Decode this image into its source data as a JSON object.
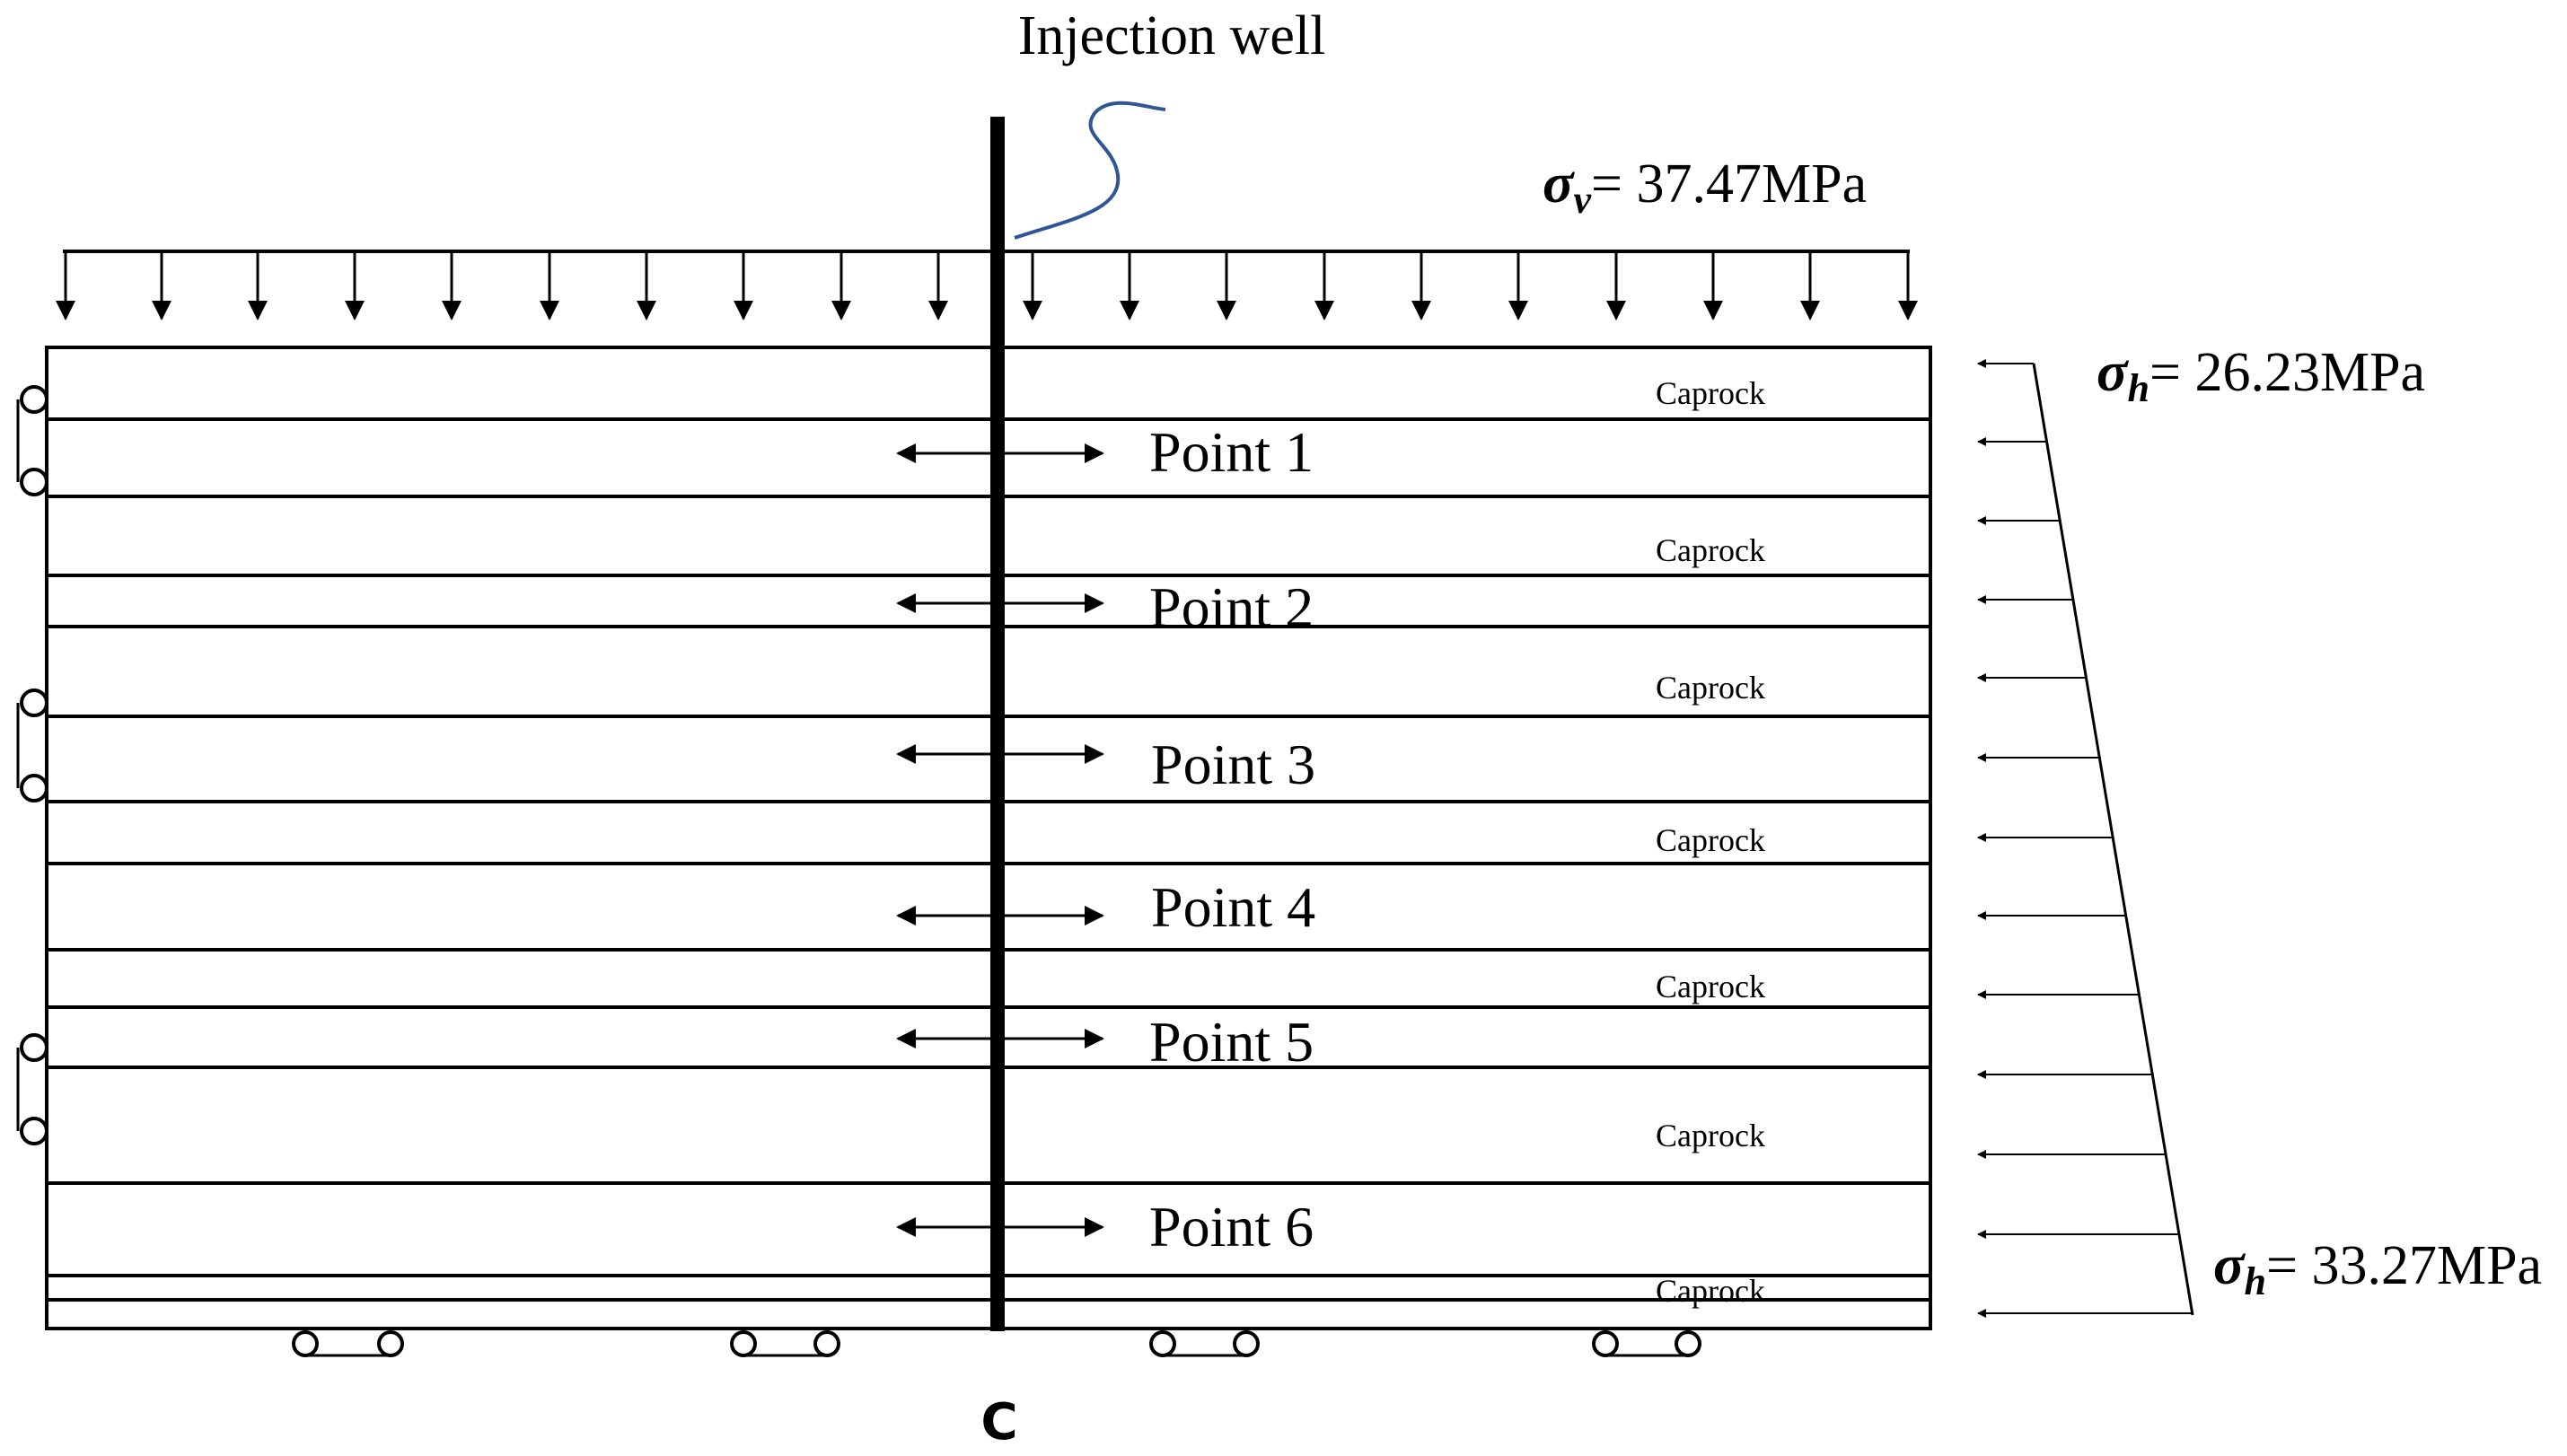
{
  "title": "Injection well",
  "sigma_v": {
    "symbol": "σ",
    "subscript": "v",
    "value": "= 37.47MPa"
  },
  "sigma_h_top": {
    "symbol": "σ",
    "subscript": "h",
    "value": "= 26.23MPa"
  },
  "sigma_h_bottom": {
    "symbol": "σ",
    "subscript": "h",
    "value": "= 33.27MPa"
  },
  "points": [
    "Point 1",
    "Point 2",
    "Point 3",
    "Point 4",
    "Point 5",
    "Point 6"
  ],
  "caprocks": [
    "Caprock",
    "Caprock",
    "Caprock",
    "Caprock",
    "Caprock",
    "Caprock",
    "Caprock"
  ],
  "bottom_label": "C",
  "colors": {
    "line": "#000000",
    "well_curve": "#2f5597",
    "background": "#ffffff"
  }
}
